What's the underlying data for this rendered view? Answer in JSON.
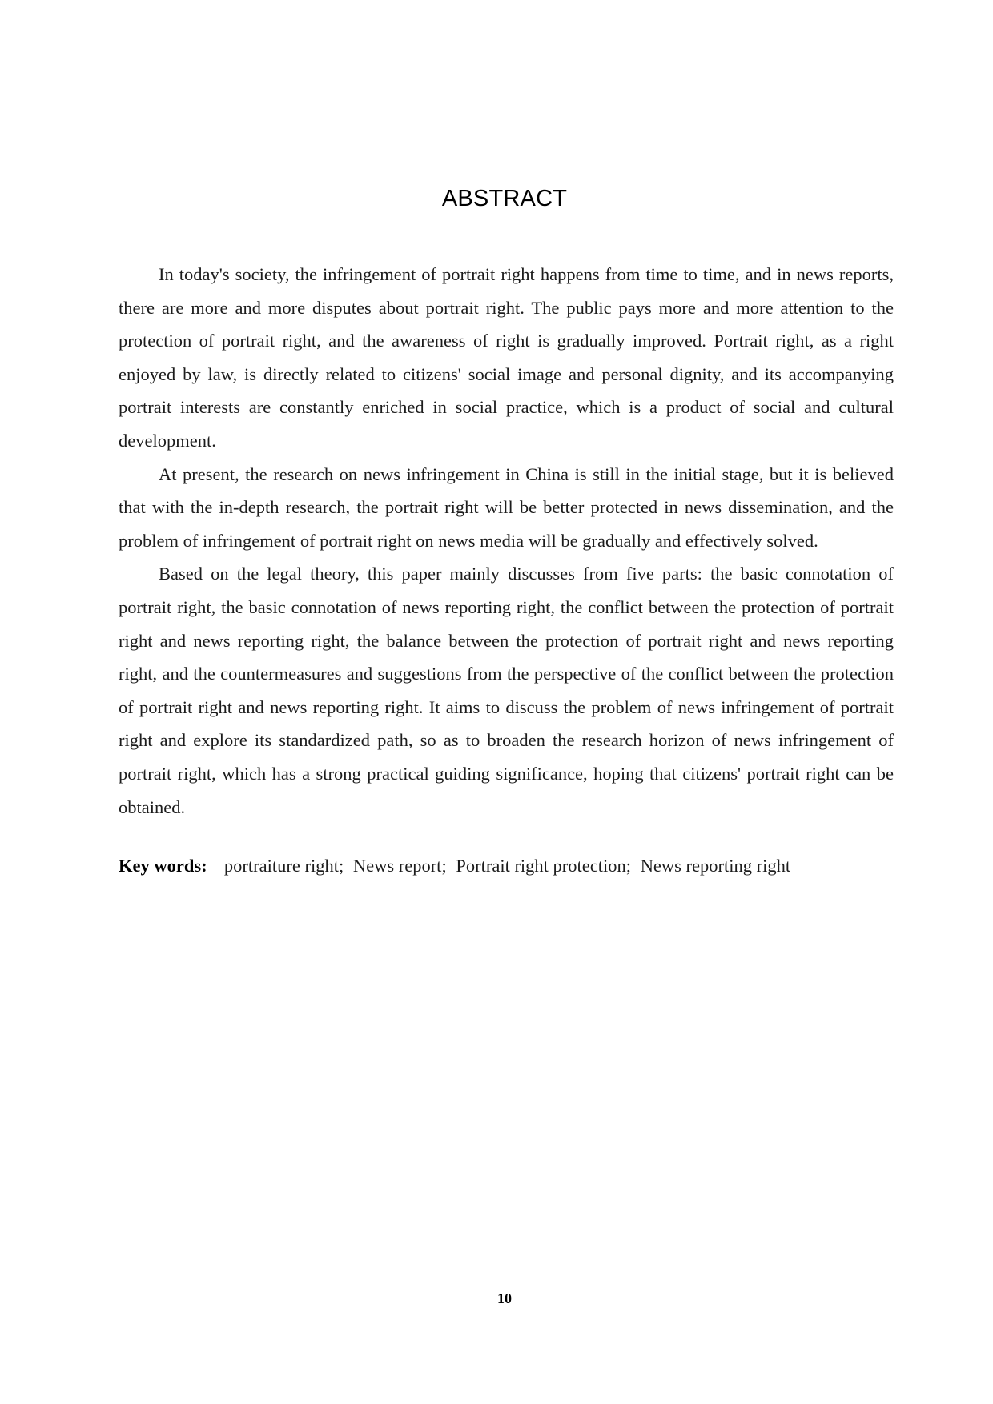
{
  "document": {
    "title": "ABSTRACT",
    "paragraphs": [
      "In today's society, the infringement of portrait right happens from time to time, and in news reports, there are more and more disputes about portrait right. The public pays more and more attention to the protection of portrait right, and the awareness of right is gradually improved. Portrait right, as a right enjoyed by law, is directly related to citizens' social image and personal dignity, and its accompanying portrait interests are constantly enriched in social practice, which is a product of social and cultural development.",
      "At present, the research on news infringement in China is still in the initial stage, but it is believed that with the in-depth research, the portrait right will be better protected in news dissemination, and the problem of infringement of portrait right on news media will be gradually and effectively solved.",
      "Based on the legal theory, this paper mainly discusses from five parts: the basic connotation of portrait right, the basic connotation of news reporting right, the conflict between the protection of portrait right and news reporting right, the balance between the protection of portrait right and news reporting right, and the countermeasures and suggestions from the perspective of the conflict between the protection of portrait right and news reporting right. It aims to discuss the problem of news infringement of portrait right and explore its standardized path, so as to broaden the research horizon of news infringement of portrait right, which has a strong practical guiding significance, hoping that citizens' portrait right can be obtained."
    ],
    "keywords": {
      "label": "Key words:",
      "separator": ";",
      "items": [
        "portraiture right",
        "News report",
        "Portrait right protection",
        "News reporting right"
      ]
    },
    "page_number": "10"
  }
}
